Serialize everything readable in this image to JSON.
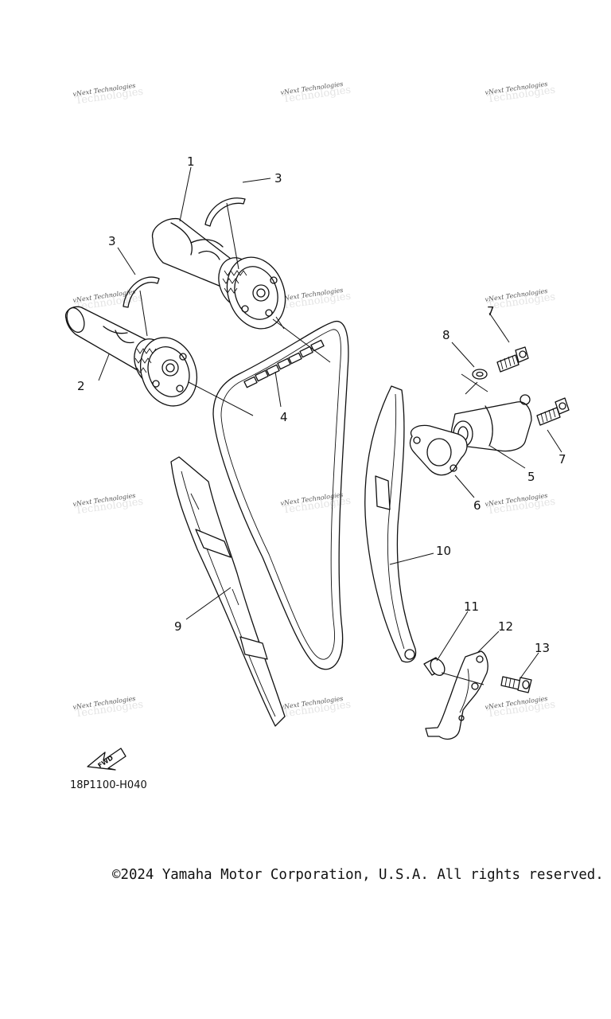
{
  "diagram": {
    "callouts": {
      "c1": "1",
      "c2": "2",
      "c3a": "3",
      "c3b": "3",
      "c4": "4",
      "c5": "5",
      "c6": "6",
      "c7a": "7",
      "c7b": "7",
      "c8": "8",
      "c9": "9",
      "c10": "10",
      "c11": "11",
      "c12": "12",
      "c13": "13"
    },
    "fwd_label": "FWD",
    "code": "18P1100-H040"
  },
  "watermark": {
    "text": "vNext Technologies",
    "ghost": "Technologies"
  },
  "footer": {
    "copyright": "©2024 Yamaha Motor Corporation, U.S.A. All rights reserved."
  }
}
